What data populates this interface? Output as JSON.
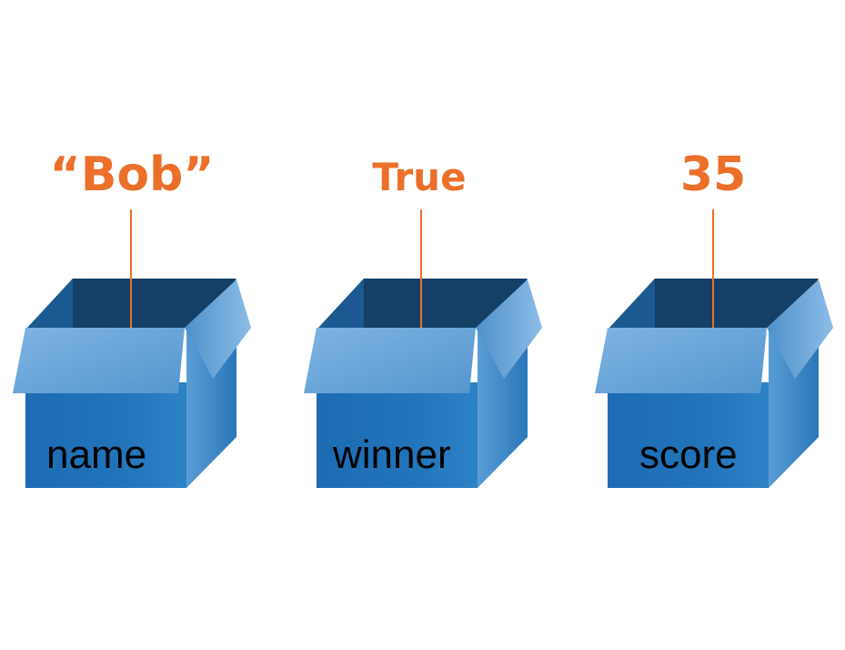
{
  "colors": {
    "value_text": "#ec6f2a",
    "link_line": "#ec6f2a",
    "box_front": "#1f6fb5",
    "box_side": "#3f8ac6",
    "box_inside_back": "#143f66",
    "box_inside_side": "#1a5a92",
    "flap": "#5c9fd6",
    "label_text": "#000000"
  },
  "variables": [
    {
      "name": "name",
      "value": "“Bob”"
    },
    {
      "name": "winner",
      "value": "True"
    },
    {
      "name": "score",
      "value": "35"
    }
  ]
}
